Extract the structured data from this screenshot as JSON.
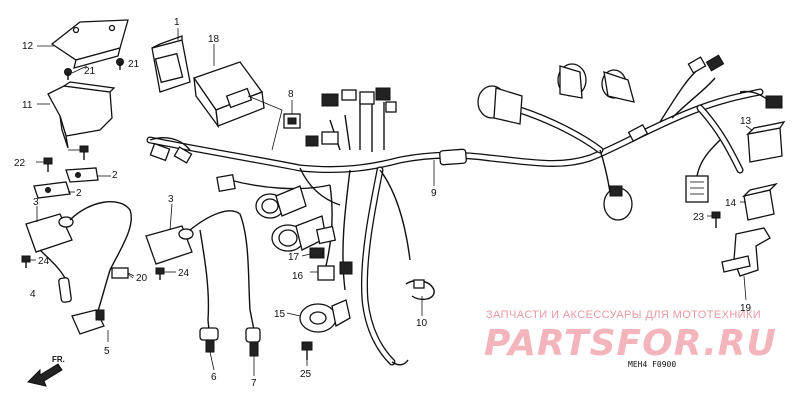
{
  "callouts": {
    "c1": "1",
    "c2a": "2",
    "c2b": "2",
    "c3a": "3",
    "c3b": "3",
    "c4": "4",
    "c5": "5",
    "c6": "6",
    "c7": "7",
    "c8": "8",
    "c9": "9",
    "c10": "10",
    "c11": "11",
    "c12": "12",
    "c13": "13",
    "c14": "14",
    "c15": "15",
    "c16": "16",
    "c17": "17",
    "c18": "18",
    "c19": "19",
    "c20": "20",
    "c21a": "21",
    "c21b": "21",
    "c22": "22",
    "c23": "23",
    "c24a": "24",
    "c24b": "24",
    "c25": "25"
  },
  "watermark": {
    "caption": "ЗАПЧАСТИ И АКСЕССУАРЫ ДЛЯ МОТОТЕХНИКИ",
    "brand": "PARTSFOR.RU"
  },
  "diagram_code": "MEH4 F0900",
  "front_marker": "FR.",
  "colors": {
    "ink": "#111111",
    "watermark": "#f3b4bb",
    "watermark_caption": "#e99aa2"
  }
}
